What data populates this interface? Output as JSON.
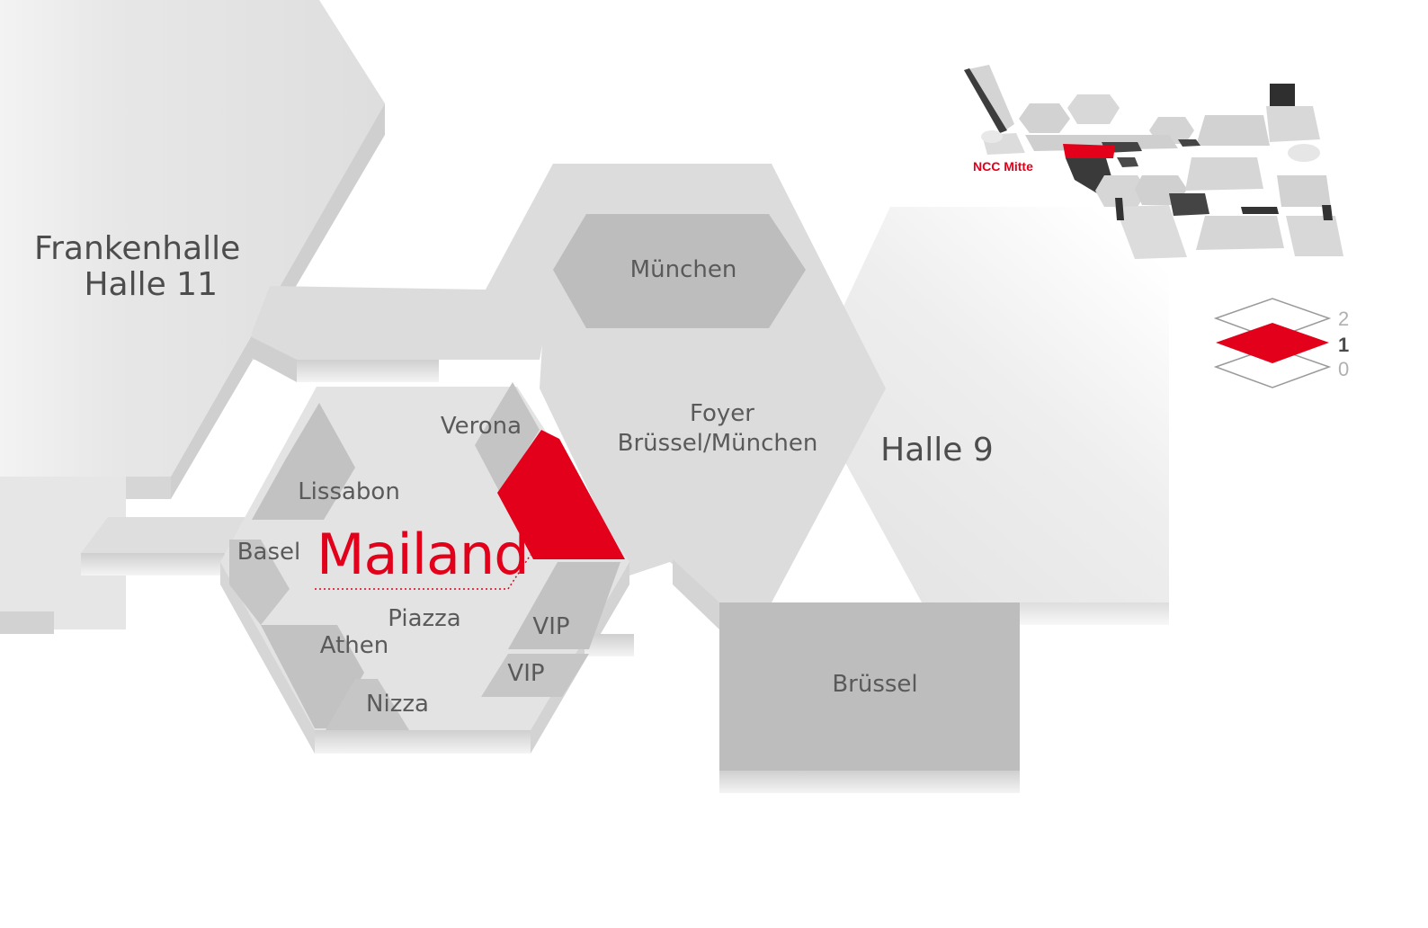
{
  "map": {
    "buildings": {
      "frankenhalle_line1": "Frankenhalle",
      "frankenhalle_line2": "Halle 11",
      "halle9": "Halle 9"
    },
    "rooms": {
      "muenchen": "München",
      "foyer_line1": "Foyer",
      "foyer_line2": "Brüssel/München",
      "verona": "Verona",
      "lissabon": "Lissabon",
      "basel": "Basel",
      "piazza": "Piazza",
      "athen": "Athen",
      "nizza": "Nizza",
      "vip_upper": "VIP",
      "vip_lower": "VIP",
      "bruessel": "Brüssel"
    },
    "highlighted_room": "Mailand",
    "highlight_color": "#e2001a"
  },
  "overview": {
    "label": "NCC Mitte"
  },
  "level_selector": {
    "levels": [
      "2",
      "1",
      "0"
    ],
    "active_level": "1"
  },
  "colors": {
    "floor": "#dcdcdc",
    "room": "#bdbdbd",
    "accent": "#e2001a",
    "text": "#5a5a5a"
  }
}
